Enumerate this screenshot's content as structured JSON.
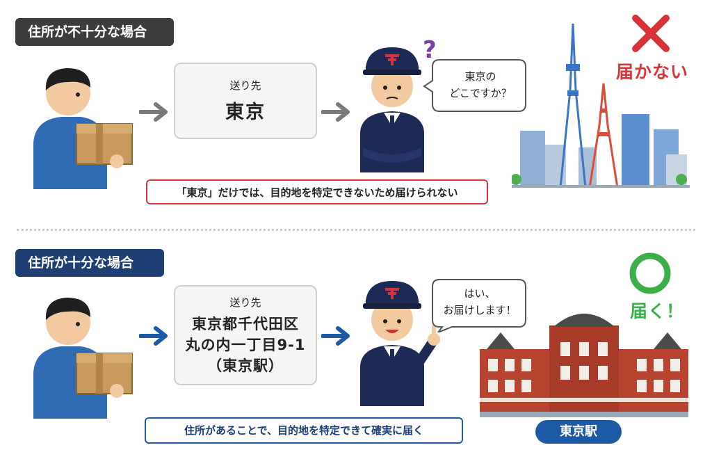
{
  "top_section": {
    "title": "住所が不十分な場合",
    "address_box": {
      "label": "送り先",
      "address": "東京"
    },
    "speech": [
      "東京の",
      "どこですか？"
    ],
    "result": "届かない",
    "note": "「東京」だけでは、目的地を特定できないため届けられない",
    "question_mark": "?"
  },
  "bottom_section": {
    "title": "住所が十分な場合",
    "address_box": {
      "label": "送り先",
      "lines": [
        "東京都千代田区",
        "丸の内一丁目9-1",
        "（東京駅）"
      ]
    },
    "speech": [
      "はい、",
      "お届けします！"
    ],
    "result": "届く！",
    "note": "住所があることで、目的地を特定できて確実に届く",
    "station_label": "東京駅"
  },
  "colors": {
    "dark_header": "#3d3d3d",
    "navy_header": "#1d3f74",
    "red": "#d9343a",
    "green": "#3bb04a",
    "blue": "#1d5aa6",
    "gray_arrow": "#7a7a7a"
  },
  "icons": {
    "person_with_package": "person-holding-box-icon",
    "postman_confused": "postman-confused-icon",
    "postman_happy": "postman-pointing-icon",
    "cross": "red-x-icon",
    "circle": "green-circle-icon",
    "city": "tokyo-skyline-icon",
    "station": "tokyo-station-icon"
  }
}
